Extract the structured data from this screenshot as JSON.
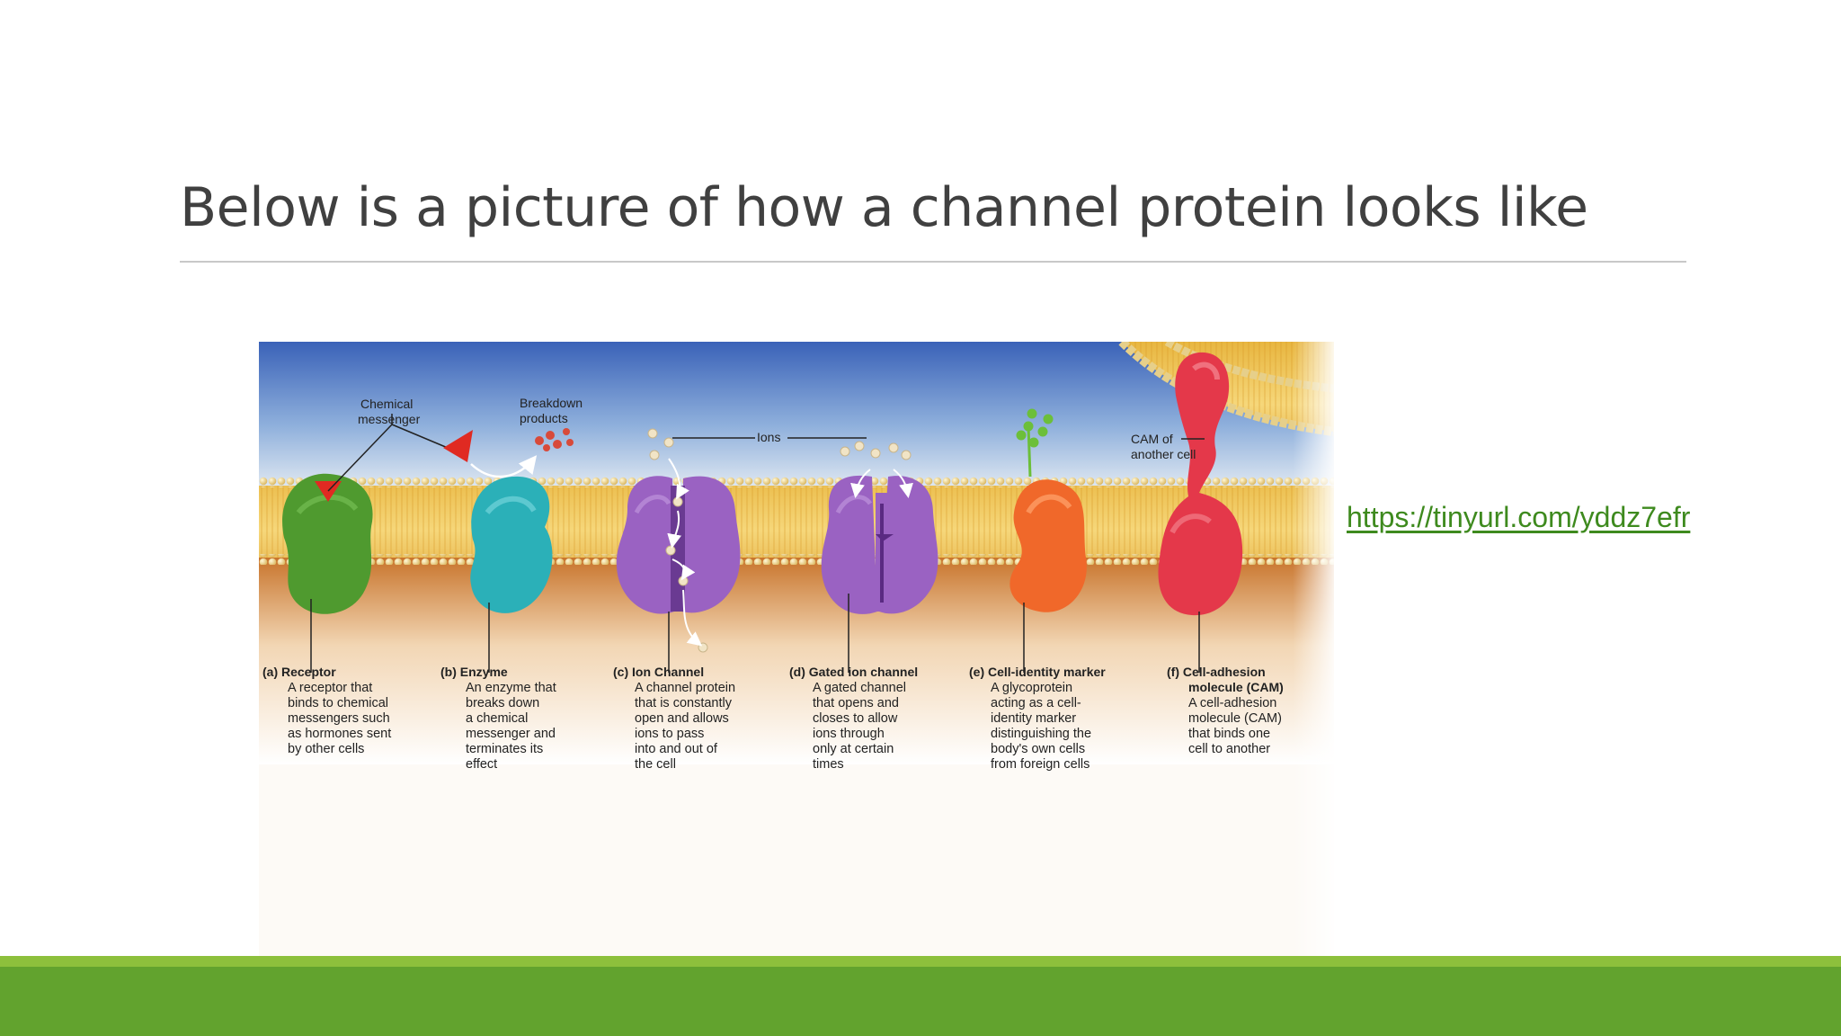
{
  "slide": {
    "title": "Below is a picture of how a channel protein looks like",
    "link_text": "https://tinyurl.com/yddz7efr"
  },
  "colors": {
    "title_text": "#404040",
    "link_text": "#3e8a1e",
    "footer_bar": "#62a32e",
    "footer_accent": "#8dc03c"
  },
  "figure": {
    "callouts": {
      "chemical_messenger": [
        "Chemical",
        "messenger"
      ],
      "breakdown_products": [
        "Breakdown",
        "products"
      ],
      "ions": "Ions",
      "cam_of_another_cell": [
        "CAM of",
        "another cell"
      ]
    },
    "proteins": [
      {
        "label": "(a) Receptor",
        "icon": "receptor-protein",
        "color": "#4f9a2f",
        "desc": [
          "A receptor that",
          "binds to chemical",
          "messengers such",
          "as hormones sent",
          "by other cells"
        ]
      },
      {
        "label": "(b) Enzyme",
        "icon": "enzyme-protein",
        "color": "#2bb0b8",
        "desc": [
          "An enzyme that",
          "breaks down",
          "a chemical",
          "messenger and",
          "terminates its",
          "effect"
        ]
      },
      {
        "label": "(c) Ion Channel",
        "icon": "ion-channel-protein",
        "color": "#9a62c2",
        "desc": [
          "A channel protein",
          "that is constantly",
          "open and allows",
          "ions to pass",
          "into and out of",
          "the cell"
        ]
      },
      {
        "label": "(d) Gated ion channel",
        "icon": "gated-ion-channel-protein",
        "color": "#9a62c2",
        "desc": [
          "A gated channel",
          "that opens and",
          "closes to allow",
          "ions through",
          "only at certain",
          "times"
        ]
      },
      {
        "label": "(e) Cell-identity marker",
        "icon": "cell-identity-marker-protein",
        "color": "#f0682a",
        "desc": [
          "A glycoprotein",
          "acting as a cell-",
          "identity marker",
          "distinguishing the",
          "body's own cells",
          "from foreign cells"
        ]
      },
      {
        "label": "(f) Cell-adhesion",
        "label_line2": "molecule (CAM)",
        "icon": "cell-adhesion-molecule",
        "color": "#e4384a",
        "desc": [
          "A cell-adhesion",
          "molecule (CAM)",
          "that binds one",
          "cell to another"
        ]
      }
    ]
  }
}
